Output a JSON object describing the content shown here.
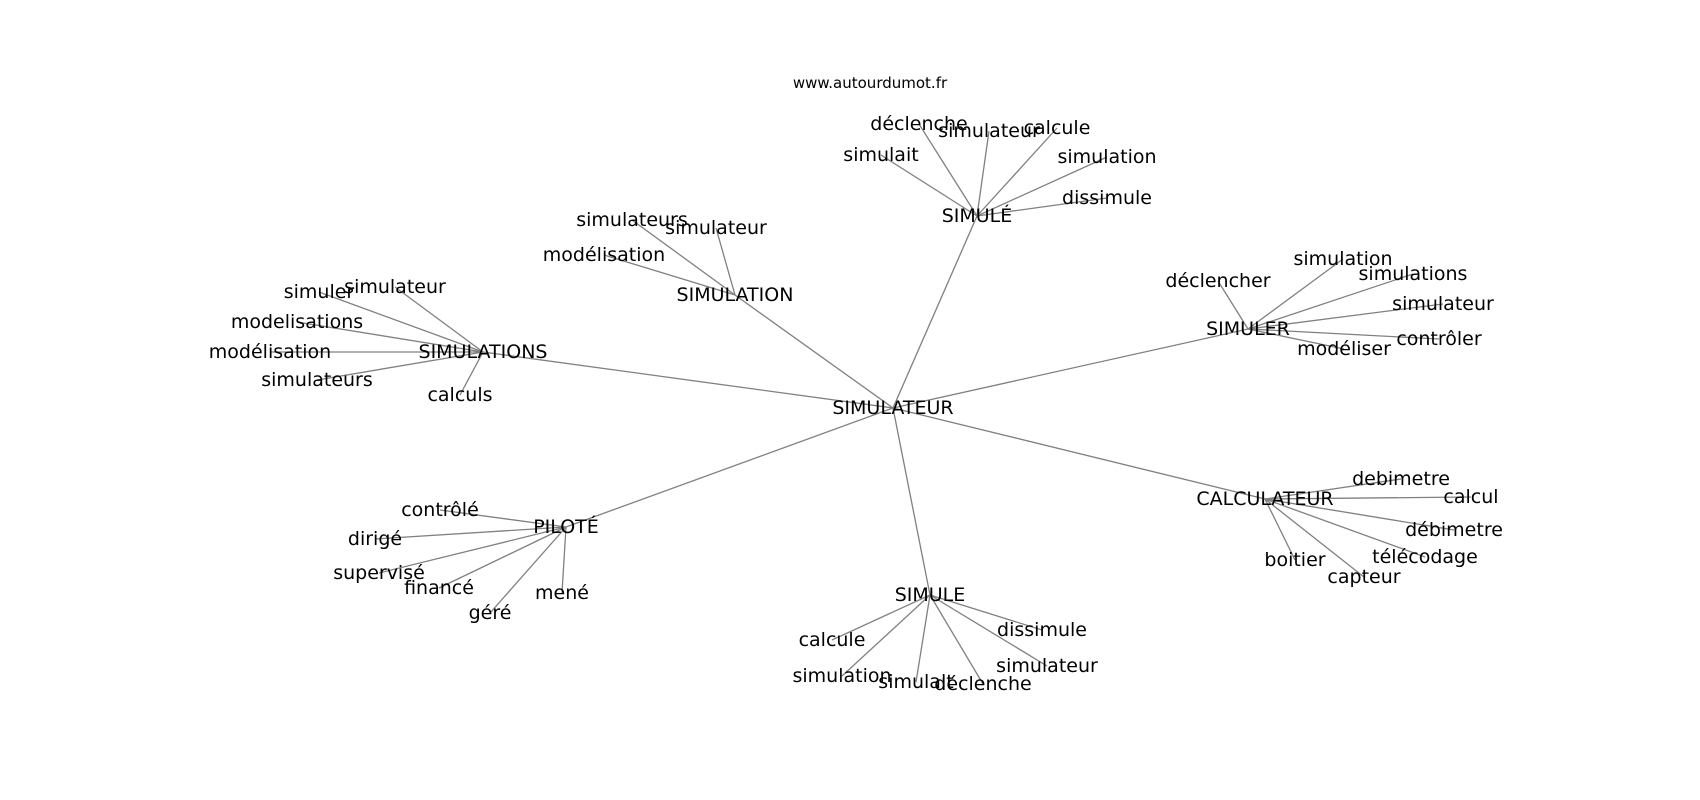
{
  "source": "www.autourdumot.fr",
  "colors": {
    "edge": "#808080",
    "text": "#000000",
    "background": "#ffffff"
  },
  "graph": {
    "center": {
      "id": "simulateur",
      "label": "SIMULATEUR"
    },
    "clusters": [
      {
        "id": "simule-accent",
        "label": "SIMULÉ",
        "leaves": [
          "déclenche",
          "simulateur",
          "calcule",
          "simulait",
          "simulation",
          "dissimule"
        ]
      },
      {
        "id": "simulation",
        "label": "SIMULATION",
        "leaves": [
          "simulateurs",
          "simulateur",
          "modélisation"
        ]
      },
      {
        "id": "simulations",
        "label": "SIMULATIONS",
        "leaves": [
          "simuler",
          "simulateur",
          "modelisations",
          "modélisation",
          "simulateurs",
          "calculs"
        ]
      },
      {
        "id": "simuler",
        "label": "SIMULER",
        "leaves": [
          "déclencher",
          "simulation",
          "simulations",
          "simulateur",
          "contrôler",
          "modéliser"
        ]
      },
      {
        "id": "calculateur",
        "label": "CALCULATEUR",
        "leaves": [
          "debimetre",
          "calcul",
          "débimetre",
          "télécodage",
          "boitier",
          "capteur"
        ]
      },
      {
        "id": "pilote",
        "label": "PILOTÉ",
        "leaves": [
          "contrôlé",
          "dirigé",
          "supervisé",
          "financé",
          "géré",
          "mené"
        ]
      },
      {
        "id": "simule",
        "label": "SIMULE",
        "leaves": [
          "dissimule",
          "calcule",
          "simulateur",
          "simulation",
          "simulait",
          "déclenche"
        ]
      }
    ]
  }
}
